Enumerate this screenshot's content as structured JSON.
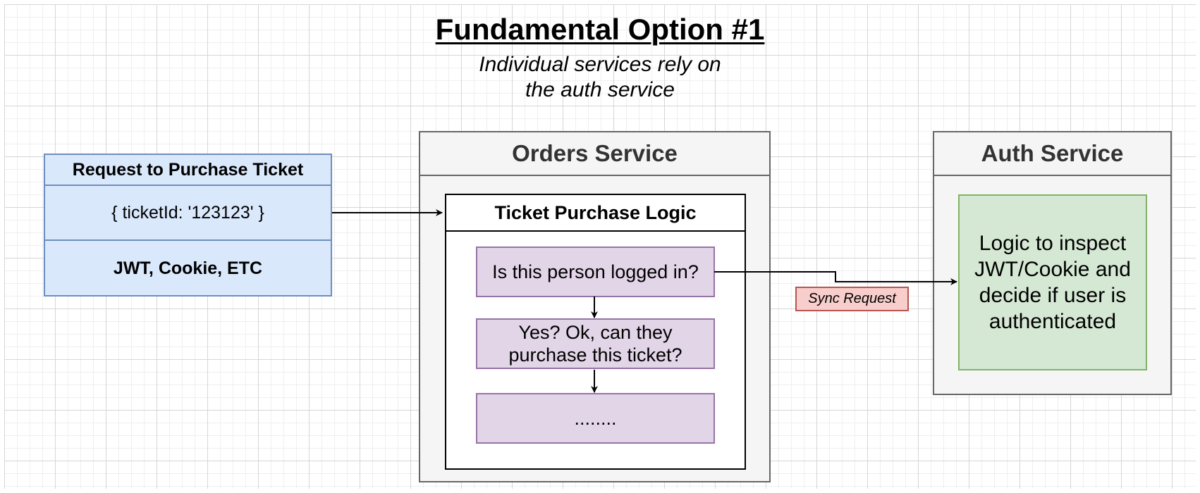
{
  "title": "Fundamental Option #1",
  "subtitle_line1": "Individual services rely on",
  "subtitle_line2": "the auth service",
  "request": {
    "header": "Request to Purchase Ticket",
    "body": "{ ticketId: '123123' }",
    "footer": "JWT, Cookie, ETC"
  },
  "orders_service": {
    "title": "Orders Service",
    "logic_title": "Ticket Purchase Logic",
    "steps": [
      "Is this person logged in?",
      "Yes? Ok, can they purchase this ticket?",
      "........"
    ]
  },
  "auth_service": {
    "title": "Auth Service",
    "logic": "Logic to inspect JWT/Cookie and decide if user is authenticated"
  },
  "sync_label": "Sync Request",
  "colors": {
    "request_fill": "#dae8fc",
    "request_stroke": "#6c8ebf",
    "step_fill": "#e1d5e7",
    "step_stroke": "#9673a6",
    "auth_logic_fill": "#d5e8d4",
    "auth_logic_stroke": "#82b366",
    "sync_fill": "#f8cecc",
    "sync_stroke": "#b85450",
    "service_fill": "#f5f5f5"
  }
}
